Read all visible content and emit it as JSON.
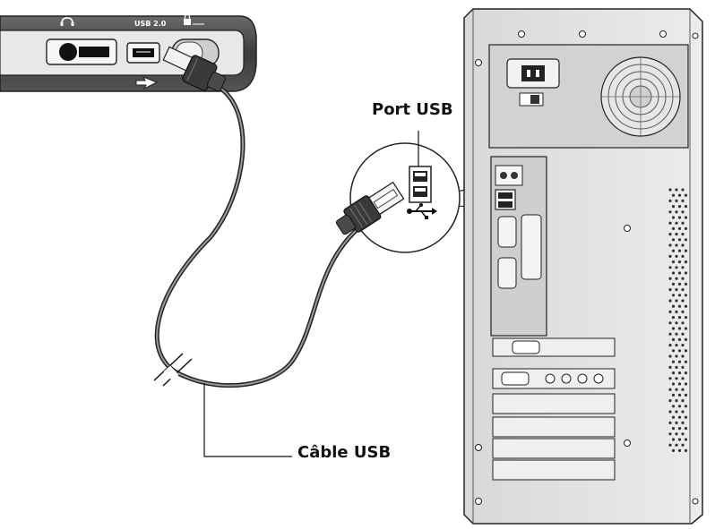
{
  "labels": {
    "port_usb": "Port USB",
    "cable_usb": "Câble USB"
  },
  "device": {
    "headphone_label": "∩",
    "usb_label": "USB 2.0"
  },
  "icons": {
    "usb_symbol": "usb-trident-icon",
    "headphone": "headphone-icon",
    "lock": "lock-icon"
  },
  "colors": {
    "outline": "#222222",
    "tower_fill": "#e4e4e4",
    "tower_panel": "#d6d6d6",
    "device_dark": "#3a3a3a",
    "cable": "#333333"
  }
}
